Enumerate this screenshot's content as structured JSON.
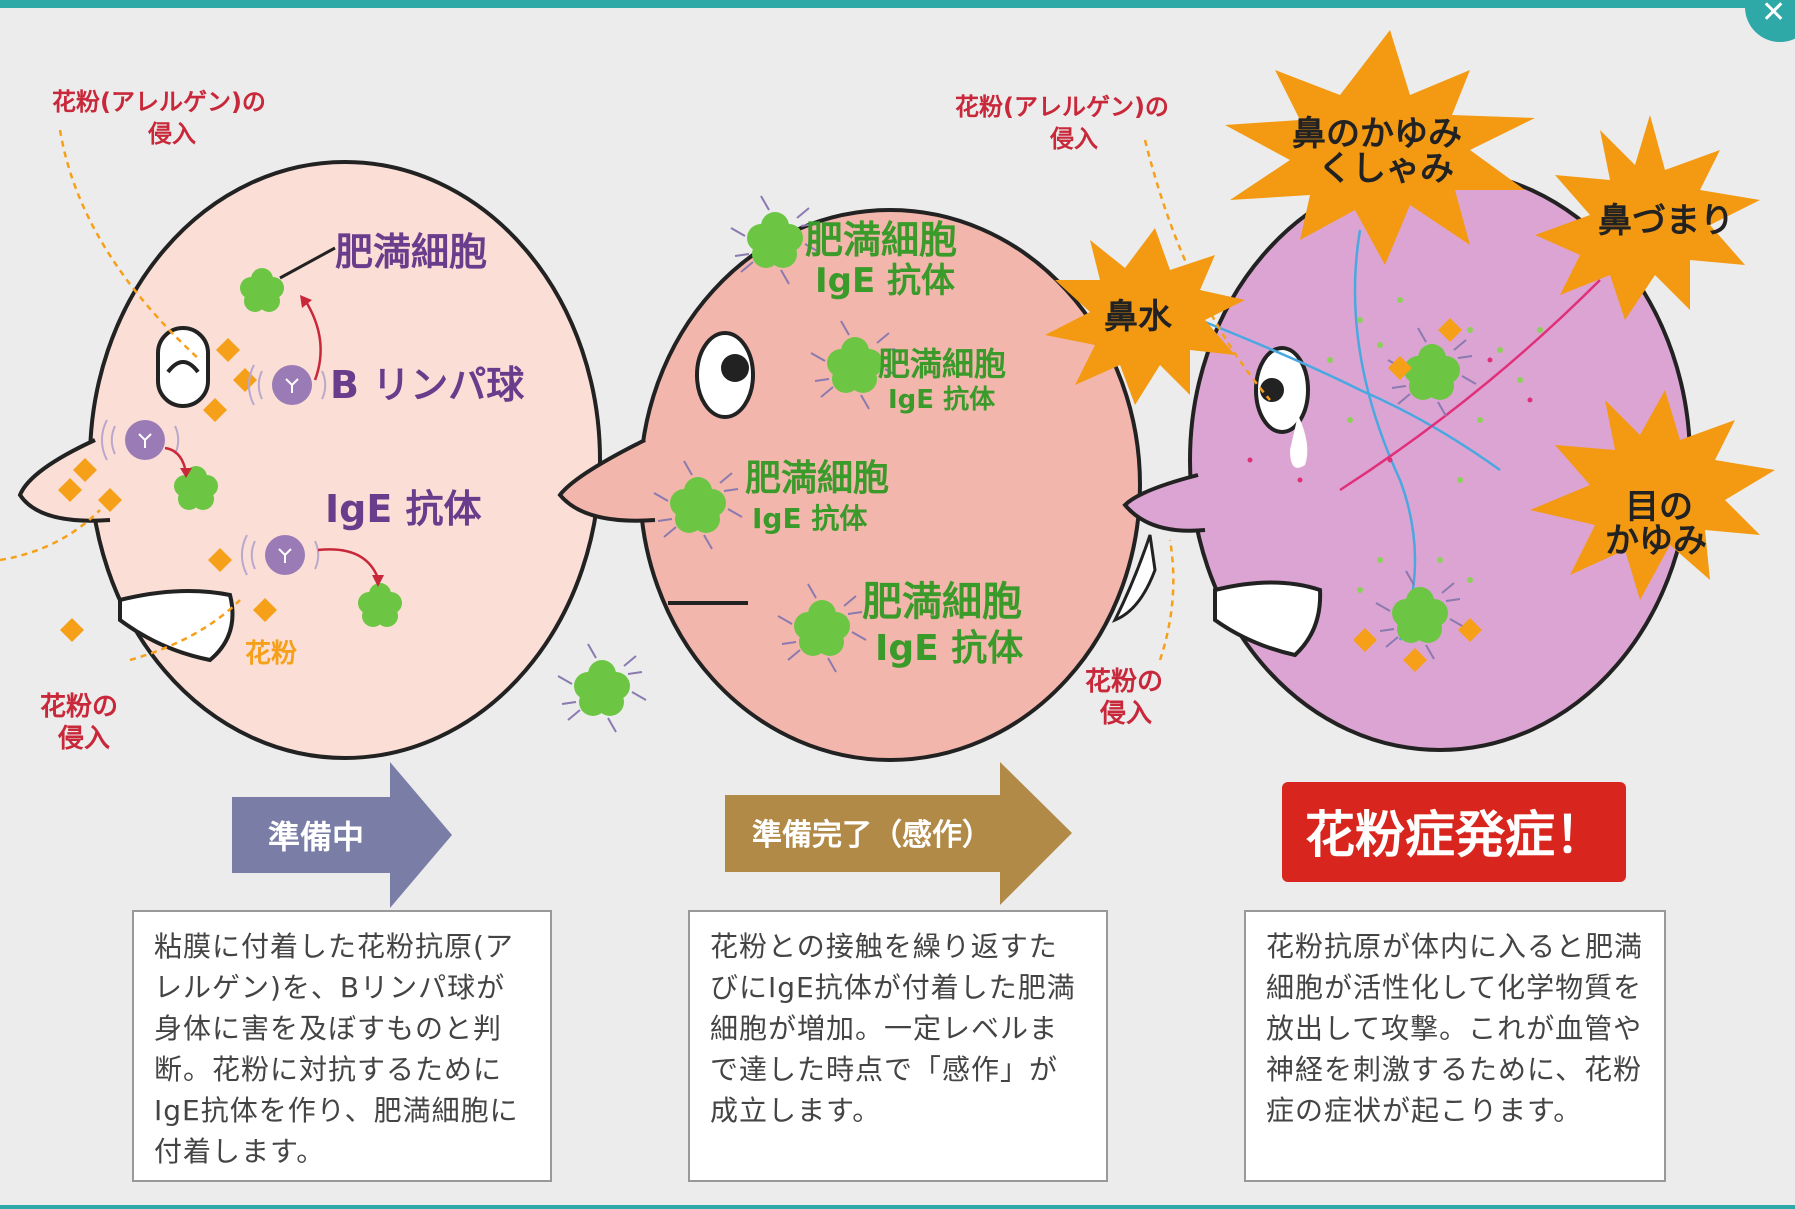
{
  "colors": {
    "top_bar": "#2fa8a8",
    "face1": "#fbdfd6",
    "face2": "#f3b6ac",
    "face3": "#dca4d2",
    "mast_cell": "#6cc644",
    "mast_text": "#3a9a2a",
    "b_cell": "#9b7bb6",
    "label_purple": "#6a3d8c",
    "pollen": "#f6a01a",
    "red_label": "#c8283a",
    "burst": "#f39a12",
    "arrow1": "#7a7ea6",
    "arrow2": "#b28a48",
    "result_box": "#d8261e"
  },
  "close_button": {
    "icon": "close-icon",
    "glyph": "✕"
  },
  "stage1": {
    "labels": {
      "invasion_allergen_1": "花粉(アレルゲン)の",
      "invasion_allergen_2": "侵入",
      "mast_cell": "肥満細胞",
      "b_lymphocyte": "B リンパ球",
      "ige_antibody": "IgE 抗体",
      "pollen": "花粉",
      "pollen_invasion_1": "花粉の",
      "pollen_invasion_2": "侵入"
    },
    "arrow_label": "準備中",
    "description": "粘膜に付着した花粉抗原(アレルゲン)を、Bリンパ球が身体に害を及ぼすものと判断。花粉に対抗するためにIgE抗体を作り、肥満細胞に付着します。"
  },
  "stage2": {
    "labels": {
      "mast_cell_1": "肥満細胞",
      "ige_1": "IgE 抗体",
      "mast_cell_2": "肥満細胞",
      "ige_2": "IgE 抗体",
      "mast_cell_3": "肥満細胞",
      "ige_3": "IgE 抗体",
      "mast_cell_4": "肥満細胞",
      "ige_4": "IgE 抗体"
    },
    "arrow_label": "準備完了（感作）",
    "description": "花粉との接触を繰り返すたびにIgE抗体が付着した肥満細胞が増加。一定レベルまで達した時点で「感作」が成立します。"
  },
  "stage3": {
    "labels": {
      "invasion_allergen_1": "花粉(アレルゲン)の",
      "invasion_allergen_2": "侵入",
      "pollen_invasion_1": "花粉の",
      "pollen_invasion_2": "侵入"
    },
    "symptoms": {
      "itchy_nose_1": "鼻のかゆみ",
      "itchy_nose_2": "くしゃみ",
      "stuffy_nose": "鼻づまり",
      "runny_nose": "鼻水",
      "itchy_eyes_1": "目の",
      "itchy_eyes_2": "かゆみ"
    },
    "result_label": "花粉症発症！",
    "description": "花粉抗原が体内に入ると肥満細胞が活性化して化学物質を放出して攻撃。これが血管や神経を刺激するために、花粉症の症状が起こります。"
  }
}
